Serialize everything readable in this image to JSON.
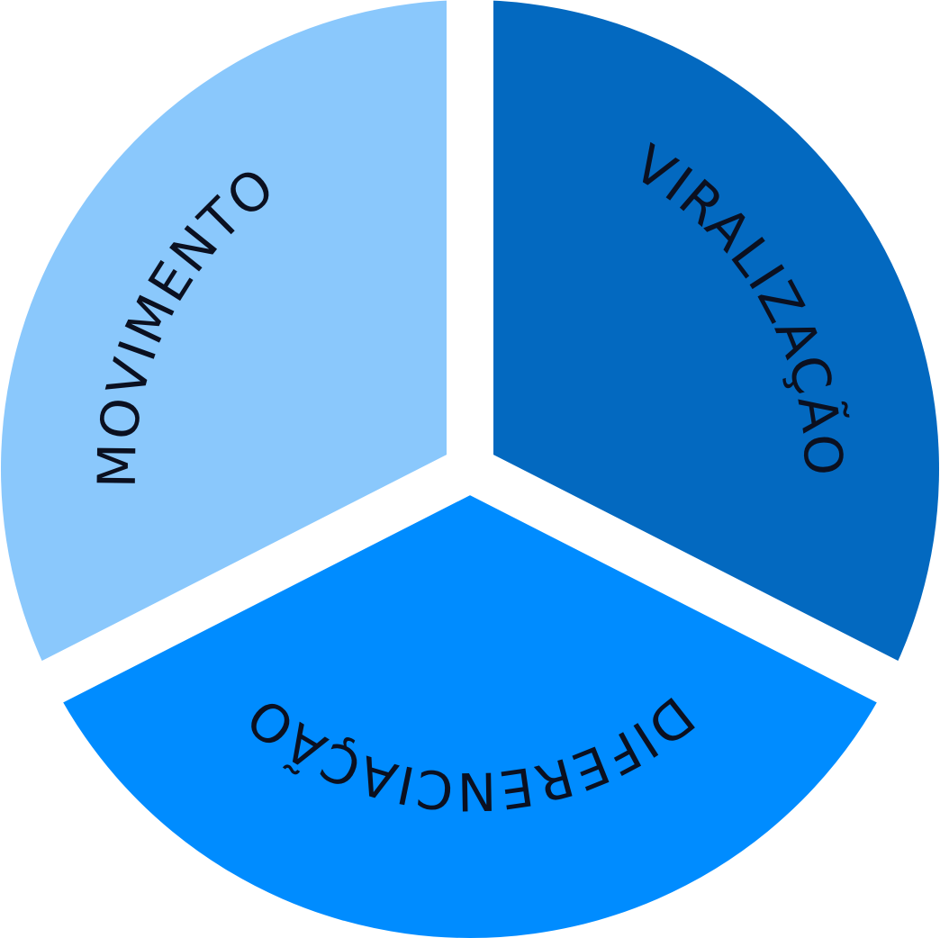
{
  "segments": [
    {
      "label": "MOVIMENTO",
      "color": "#8AC8FC"
    },
    {
      "label": "VIRALIZAÇÃO",
      "color": "#0369C0"
    },
    {
      "label": "DIFERENCIAÇÃO",
      "color": "#008CFF"
    }
  ]
}
